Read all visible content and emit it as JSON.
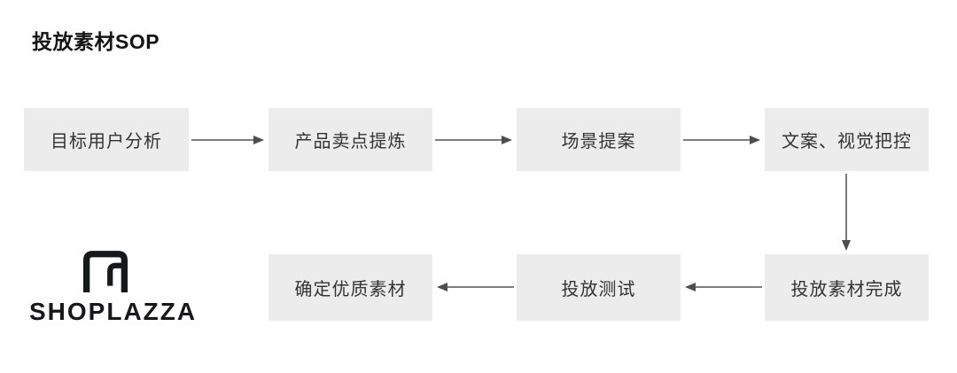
{
  "title": "投放素材SOP",
  "flow": {
    "nodes": [
      {
        "id": "target-user-analysis",
        "label": "目标用户分析"
      },
      {
        "id": "selling-point-refine",
        "label": "产品卖点提炼"
      },
      {
        "id": "scenario-proposal",
        "label": "场景提案"
      },
      {
        "id": "copy-visual-control",
        "label": "文案、视觉把控"
      },
      {
        "id": "material-complete",
        "label": "投放素材完成"
      },
      {
        "id": "ad-testing",
        "label": "投放测试"
      },
      {
        "id": "confirm-quality",
        "label": "确定优质素材"
      }
    ],
    "edges": [
      {
        "from": "target-user-analysis",
        "to": "selling-point-refine"
      },
      {
        "from": "selling-point-refine",
        "to": "scenario-proposal"
      },
      {
        "from": "scenario-proposal",
        "to": "copy-visual-control"
      },
      {
        "from": "copy-visual-control",
        "to": "material-complete"
      },
      {
        "from": "material-complete",
        "to": "ad-testing"
      },
      {
        "from": "ad-testing",
        "to": "confirm-quality"
      }
    ]
  },
  "logo": {
    "brand": "SHOPLAZZA"
  },
  "colors": {
    "background": "#ffffff",
    "node_fill": "#ececec",
    "node_text": "#333333",
    "arrow_line": "#6b6b6b",
    "arrow_head": "#4d4d4d",
    "title_text": "#141414",
    "logo_color": "#17181a"
  }
}
